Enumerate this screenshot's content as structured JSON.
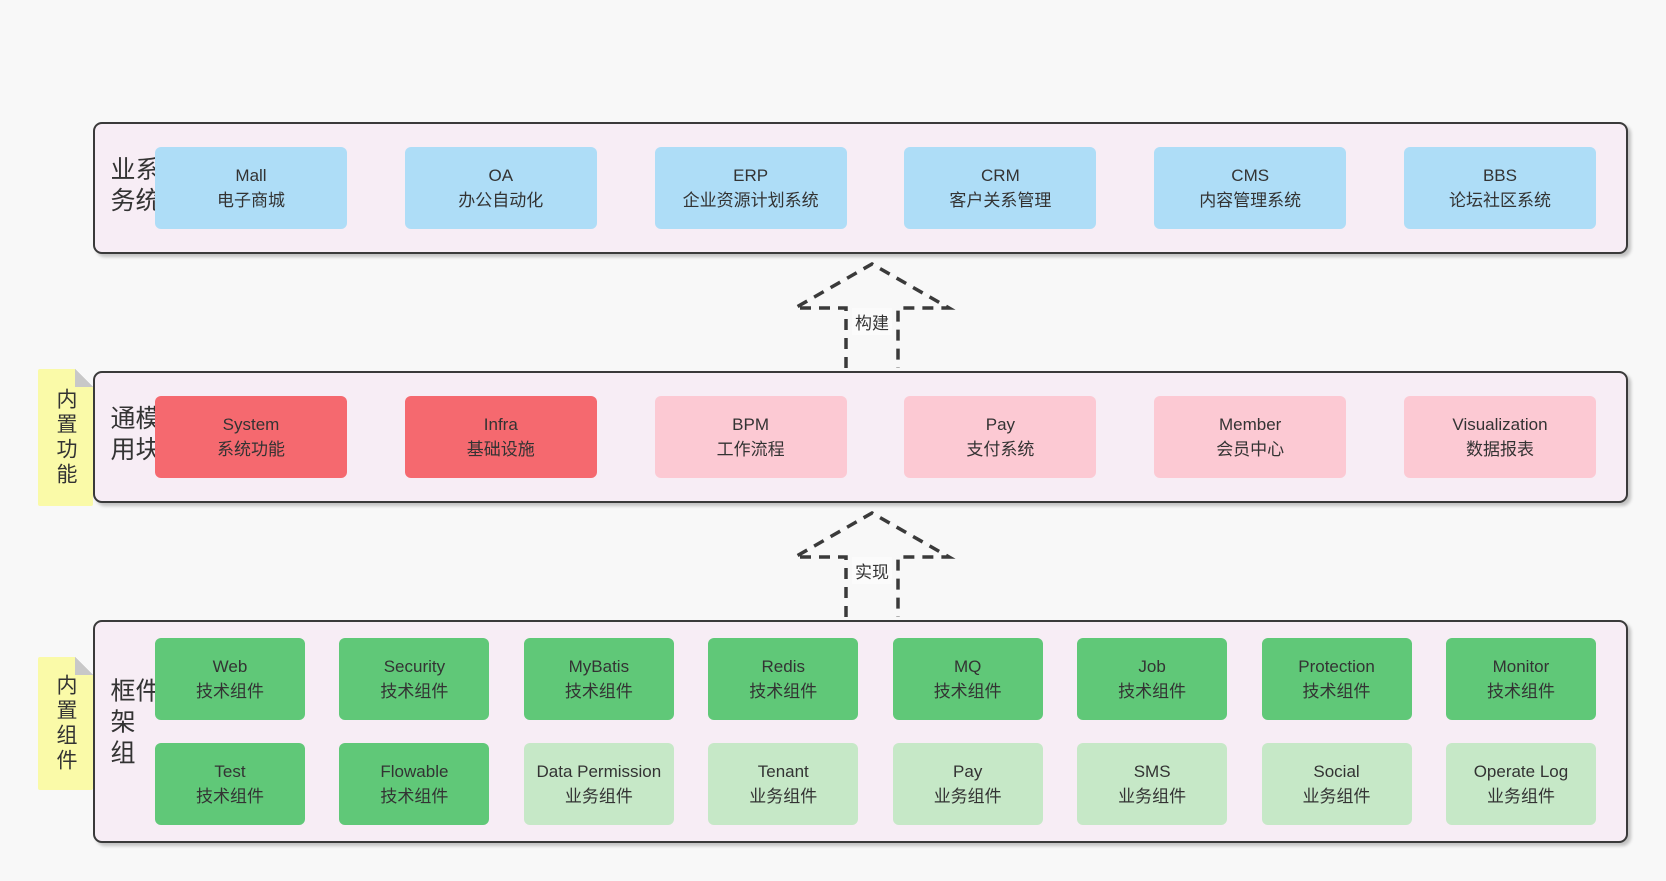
{
  "colors": {
    "page_bg": "#f8f8f8",
    "container_bg": "#f7edf5",
    "container_border": "#3a3a3a",
    "business_box_blue": "#aeddf7",
    "core_module_red": "#f5696f",
    "module_pink": "#fcc9d3",
    "tech_component_green": "#60c878",
    "biz_component_green_light": "#c6e8c7",
    "sticky_tag_yellow": "#fafaa8",
    "fold_gray": "#c8c8c8",
    "text": "#333333"
  },
  "diagram": {
    "arrows": [
      {
        "label": "构建"
      },
      {
        "label": "实现"
      }
    ],
    "layers": [
      {
        "label": "业务系统",
        "boxes": [
          {
            "name": "Mall",
            "desc": "电子商城"
          },
          {
            "name": "OA",
            "desc": "办公自动化"
          },
          {
            "name": "ERP",
            "desc": "企业资源计划系统"
          },
          {
            "name": "CRM",
            "desc": "客户关系管理"
          },
          {
            "name": "CMS",
            "desc": "内容管理系统"
          },
          {
            "name": "BBS",
            "desc": "论坛社区系统"
          }
        ]
      },
      {
        "label": "通用模块",
        "tag": "内置功能",
        "boxes": [
          {
            "name": "System",
            "desc": "系统功能"
          },
          {
            "name": "Infra",
            "desc": "基础设施"
          },
          {
            "name": "BPM",
            "desc": "工作流程"
          },
          {
            "name": "Pay",
            "desc": "支付系统"
          },
          {
            "name": "Member",
            "desc": "会员中心"
          },
          {
            "name": "Visualization",
            "desc": "数据报表"
          }
        ]
      },
      {
        "label": "框架组件",
        "tag": "内置组件",
        "row1": [
          {
            "name": "Web",
            "desc": "技术组件"
          },
          {
            "name": "Security",
            "desc": "技术组件"
          },
          {
            "name": "MyBatis",
            "desc": "技术组件"
          },
          {
            "name": "Redis",
            "desc": "技术组件"
          },
          {
            "name": "MQ",
            "desc": "技术组件"
          },
          {
            "name": "Job",
            "desc": "技术组件"
          },
          {
            "name": "Protection",
            "desc": "技术组件"
          },
          {
            "name": "Monitor",
            "desc": "技术组件"
          }
        ],
        "row2": [
          {
            "name": "Test",
            "desc": "技术组件"
          },
          {
            "name": "Flowable",
            "desc": "技术组件"
          },
          {
            "name": "Data Permission",
            "desc": "业务组件"
          },
          {
            "name": "Tenant",
            "desc": "业务组件"
          },
          {
            "name": "Pay",
            "desc": "业务组件"
          },
          {
            "name": "SMS",
            "desc": "业务组件"
          },
          {
            "name": "Social",
            "desc": "业务组件"
          },
          {
            "name": "Operate Log",
            "desc": "业务组件"
          }
        ]
      }
    ]
  }
}
